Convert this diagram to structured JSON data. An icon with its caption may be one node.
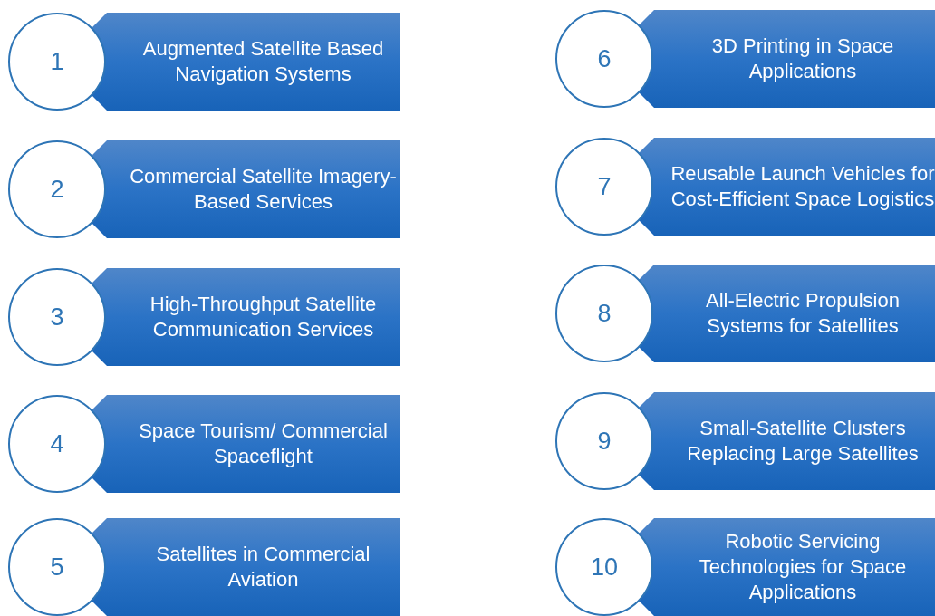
{
  "diagram": {
    "nodes": [
      {
        "text": [
          "1"
        ]
      },
      {
        "text": [
          "Augmented Satellite Based Navigation Systems"
        ]
      },
      {
        "text": [
          "2"
        ]
      },
      {
        "text": [
          "Commercial Satellite Imagery-Based Services"
        ]
      },
      {
        "text": [
          "3"
        ]
      },
      {
        "text": [
          "High-Throughput Satellite Communication Services"
        ]
      },
      {
        "text": [
          "4"
        ]
      },
      {
        "text": [
          "Space Tourism/ Commercial Spaceflight"
        ]
      },
      {
        "text": [
          "5"
        ]
      },
      {
        "text": [
          "Satellites in Commercial Aviation"
        ]
      },
      {
        "text": [
          "6"
        ]
      },
      {
        "text": [
          "3D Printing in Space Applications"
        ]
      },
      {
        "text": [
          "7"
        ]
      },
      {
        "text": [
          "Reusable Launch Vehicles for Cost-Efficient Space Logistics"
        ]
      },
      {
        "text": [
          "8"
        ]
      },
      {
        "text": [
          "All-Electric Propulsion Systems for Satellites"
        ]
      },
      {
        "text": [
          "9"
        ]
      },
      {
        "text": [
          "Small-Satellite Clusters Replacing Large Satellites"
        ]
      },
      {
        "text": [
          "10"
        ]
      },
      {
        "text": [
          "Robotic Servicing Technologies for Space Applications"
        ]
      }
    ]
  }
}
